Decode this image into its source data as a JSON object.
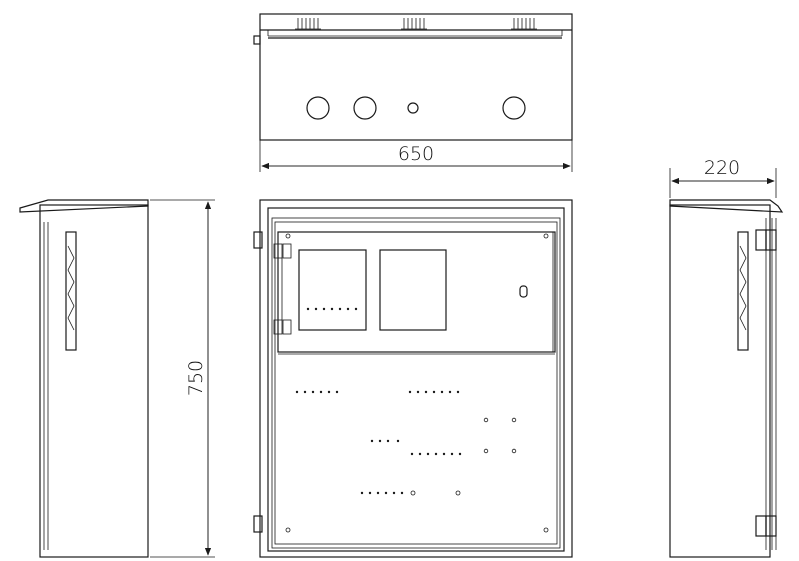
{
  "dimensions": {
    "width": "650",
    "height": "750",
    "depth": "220"
  },
  "colors": {
    "line": "#1a1a1a",
    "background": "#ffffff"
  }
}
